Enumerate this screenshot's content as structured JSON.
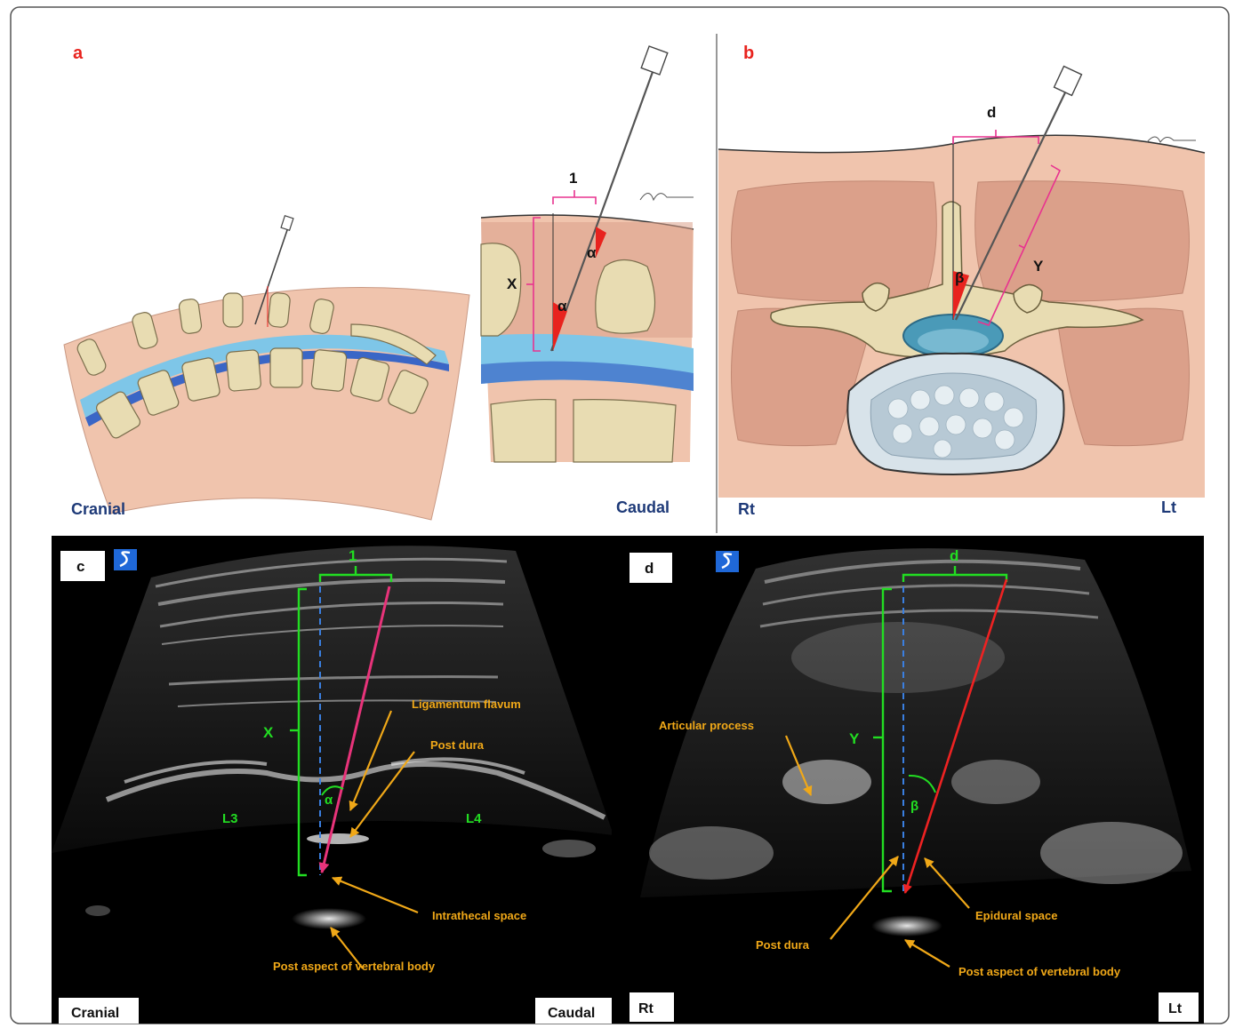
{
  "panels": {
    "a": {
      "letter": "a",
      "left_label": "Cranial",
      "right_label": "Caudal",
      "offset_label": "1",
      "depth_label": "X",
      "angle_label": "α"
    },
    "b": {
      "letter": "b",
      "left_label": "Rt",
      "right_label": "Lt",
      "offset_label": "d",
      "depth_label": "Y",
      "angle_label": "β"
    },
    "c": {
      "letter": "c",
      "left_label": "Cranial",
      "right_label": "Caudal",
      "offset_label": "1",
      "depth_label": "X",
      "angle_label": "α",
      "level_left": "L3",
      "level_right": "L4",
      "annotations": {
        "ligamentum_flavum": "Ligamentum flavum",
        "post_dura": "Post dura",
        "intrathecal_space": "Intrathecal space",
        "post_aspect_vertebral_body": "Post aspect of vertebral body"
      }
    },
    "d": {
      "letter": "d",
      "left_label": "Rt",
      "right_label": "Lt",
      "offset_label": "d",
      "depth_label": "Y",
      "angle_label": "β",
      "annotations": {
        "articular_process": "Articular process",
        "epidural_space": "Epidural space",
        "post_dura": "Post dura",
        "post_aspect_vertebral_body": "Post aspect of vertebral body"
      }
    }
  },
  "colors": {
    "panel_letter": "#e8231e",
    "orientation_text": "#1e3a78",
    "skin": "#f0c4ad",
    "muscle": "#dba08a",
    "bone": "#e8dcb2",
    "csf": "#7ec6e8",
    "measure_pink": "#e8338f",
    "needle_angle": "#e8231e",
    "us_green": "#22dd22",
    "us_arrow_orange": "#f0a818",
    "us_needle_magenta": "#e8337a",
    "us_needle_red": "#ee2222",
    "us_guide_blue": "#3a7fe0"
  },
  "icons": [
    "probe-logo-icon"
  ]
}
